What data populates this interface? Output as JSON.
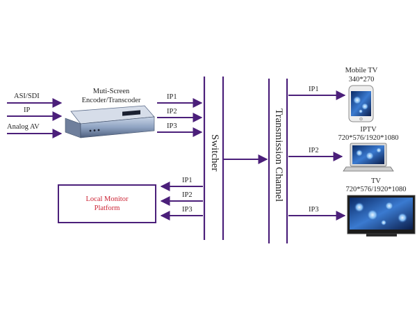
{
  "colors": {
    "line": "#4b1f7a",
    "monitor_text": "#cc2233",
    "text": "#222222"
  },
  "inputs": [
    "ASI/SDI",
    "IP",
    "Analog AV"
  ],
  "encoder": {
    "title_line1": "Muti-Screen",
    "title_line2": "Encoder/Transcoder",
    "icon": "rack-encoder-device-icon"
  },
  "encoder_outputs": [
    "IP1",
    "IP2",
    "IP3"
  ],
  "switcher": {
    "label": "Switcher"
  },
  "transmission": {
    "label": "Transmission Channel"
  },
  "monitor": {
    "line1": "Local Monitor",
    "line2": "Platform",
    "outputs": [
      "IP1",
      "IP2",
      "IP3"
    ]
  },
  "devices": [
    {
      "channel": "IP1",
      "name": "Mobile TV",
      "resolution": "340*270",
      "icon": "smartphone-icon"
    },
    {
      "channel": "IP2",
      "name": "IPTV",
      "resolution": "720*576/1920*1080",
      "icon": "laptop-icon"
    },
    {
      "channel": "IP3",
      "name": "TV",
      "resolution": "720*576/1920*1080",
      "icon": "flat-tv-icon"
    }
  ]
}
